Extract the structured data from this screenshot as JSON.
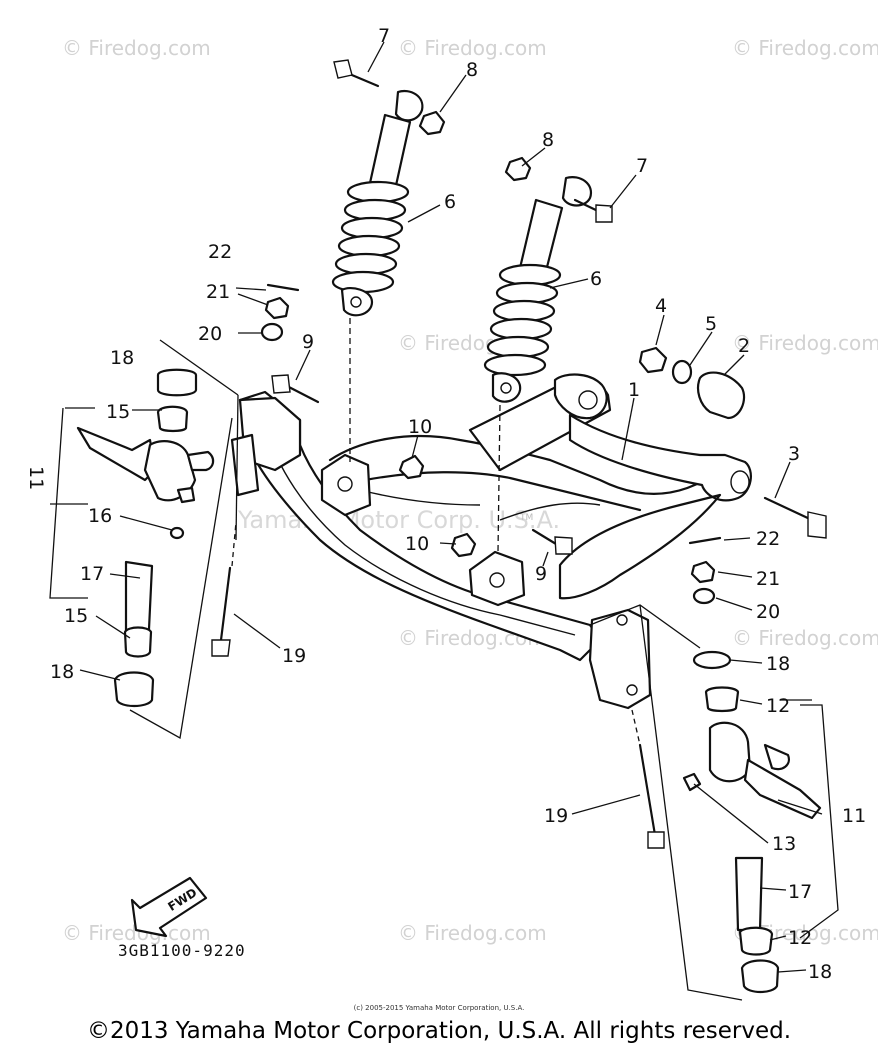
{
  "watermarks": {
    "site": "© Firedog.com",
    "brand": "Yamaha Motor Corp. U.S.A.",
    "tm": "TM"
  },
  "callouts": {
    "c1": "1",
    "c2": "2",
    "c3": "3",
    "c4": "4",
    "c5": "5",
    "c6a": "6",
    "c6b": "6",
    "c7a": "7",
    "c7b": "7",
    "c8a": "8",
    "c8b": "8",
    "c9a": "9",
    "c9b": "9",
    "c10a": "10",
    "c10b": "10",
    "c11a": "11",
    "c11b": "11",
    "c12a": "12",
    "c12b": "12",
    "c13": "13",
    "c15a": "15",
    "c15b": "15",
    "c16": "16",
    "c17a": "17",
    "c17b": "17",
    "c18a": "18",
    "c18b": "18",
    "c18c": "18",
    "c18d": "18",
    "c19a": "19",
    "c19b": "19",
    "c20a": "20",
    "c20b": "20",
    "c21a": "21",
    "c21b": "21",
    "c22a": "22",
    "c22b": "22"
  },
  "fwd_label": "FWD",
  "diagram_code": "3GB1100-9220",
  "small_copyright": "(c) 2005-2015 Yamaha Motor Corporation, U.S.A.",
  "footer_copyright": "©2013 Yamaha Motor Corporation, U.S.A. All rights reserved."
}
